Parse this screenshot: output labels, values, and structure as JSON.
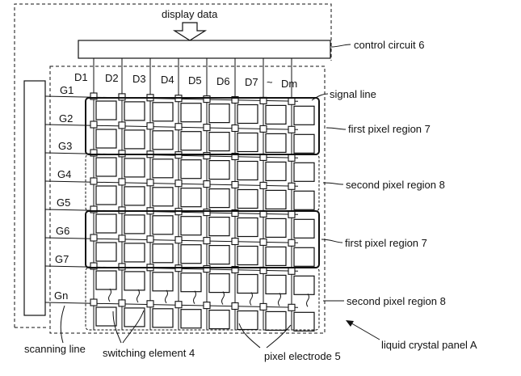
{
  "header": {
    "display_data": "display data",
    "control_circuit": "control circuit 6"
  },
  "data_lines": [
    "D1",
    "D2",
    "D3",
    "D4",
    "D5",
    "D6",
    "D7",
    "Dm"
  ],
  "gate_lines": [
    "G1",
    "G2",
    "G3",
    "G4",
    "G5",
    "G6",
    "G7",
    "Gn"
  ],
  "labels": {
    "signal_line": "signal line",
    "first_region_upper": "first pixel region 7",
    "second_region_upper": "second pixel region 8",
    "first_region_lower": "first pixel region 7",
    "second_region_lower": "second pixel region 8",
    "panel": "liquid crystal panel A",
    "scanning_line": "scanning line",
    "switching_element": "switching element 4",
    "pixel_electrode": "pixel electrode 5"
  },
  "colors": {
    "ink": "#111111",
    "paper": "#ffffff"
  }
}
